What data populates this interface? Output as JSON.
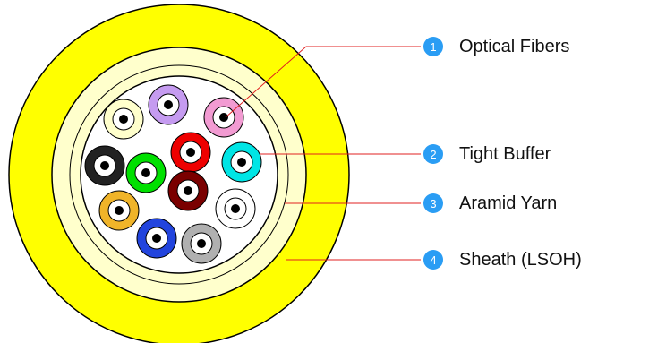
{
  "colors": {
    "sheath": "#ffff00",
    "aramid_yarn": "#ffffcc",
    "core": "#ffffff",
    "leader_line": "#e02020",
    "badge": "#2a9df4"
  },
  "fibers": [
    {
      "name": "fiber-ivory",
      "color": "#ffffcc"
    },
    {
      "name": "fiber-violet",
      "color": "#c59bf0"
    },
    {
      "name": "fiber-rose",
      "color": "#f29bd2"
    },
    {
      "name": "fiber-black",
      "color": "#222222"
    },
    {
      "name": "fiber-green",
      "color": "#00e000"
    },
    {
      "name": "fiber-red",
      "color": "#ee0000"
    },
    {
      "name": "fiber-aqua",
      "color": "#00e5e5"
    },
    {
      "name": "fiber-orange",
      "color": "#f0b429"
    },
    {
      "name": "fiber-brown",
      "color": "#7a0000"
    },
    {
      "name": "fiber-white",
      "color": "#ffffff"
    },
    {
      "name": "fiber-blue",
      "color": "#2244dd"
    },
    {
      "name": "fiber-slate",
      "color": "#b0b0b0"
    }
  ],
  "legend": [
    {
      "number": "1",
      "label": "Optical Fibers"
    },
    {
      "number": "2",
      "label": "Tight Buffer"
    },
    {
      "number": "3",
      "label": "Aramid Yarn"
    },
    {
      "number": "4",
      "label": "Sheath (LSOH)"
    }
  ]
}
